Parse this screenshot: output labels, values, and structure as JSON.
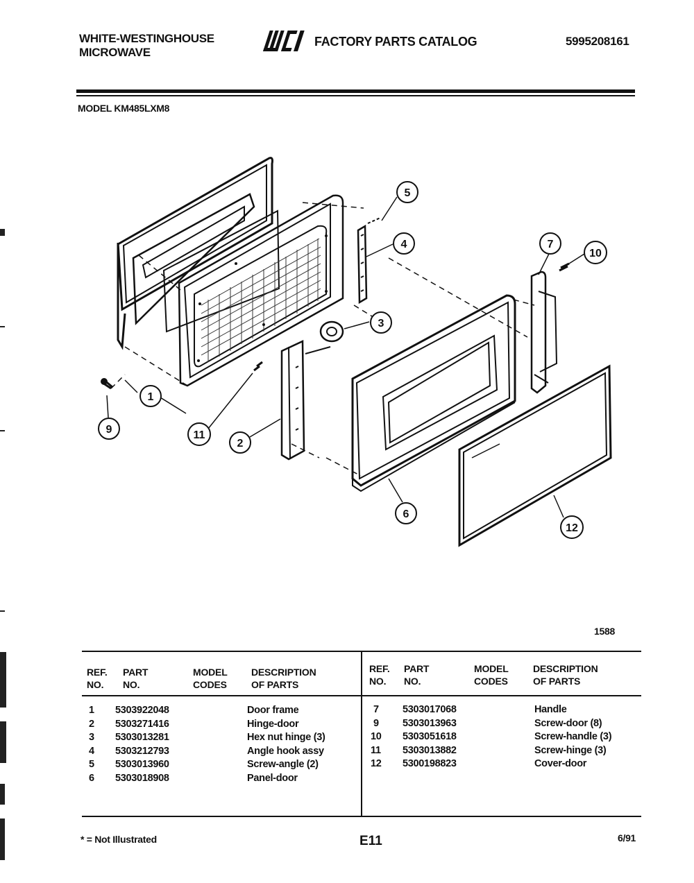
{
  "header": {
    "brand_line1": "WHITE-WESTINGHOUSE",
    "brand_line2": "MICROWAVE",
    "logo_text": "WCI",
    "catalog_title": "FACTORY PARTS CATALOG",
    "catalog_number": "5995208161",
    "model_label": "MODEL KM485LXM8"
  },
  "diagram": {
    "figure_number": "1588",
    "callouts": [
      "1",
      "2",
      "3",
      "4",
      "5",
      "6",
      "7",
      "9",
      "10",
      "11",
      "12"
    ]
  },
  "table": {
    "left_headers": {
      "ref": "REF.",
      "ref2": "NO.",
      "part": "PART",
      "part2": "NO.",
      "model": "MODEL",
      "model2": "CODES",
      "desc": "DESCRIPTION",
      "desc2": "OF PARTS"
    },
    "right_headers": {
      "ref": "REF.",
      "ref2": "NO.",
      "part": "PART",
      "part2": "NO.",
      "model": "MODEL",
      "model2": "CODES",
      "desc": "DESCRIPTION",
      "desc2": "OF PARTS"
    },
    "left_rows": [
      {
        "ref": "1",
        "part": "5303922048",
        "desc": "Door frame"
      },
      {
        "ref": "2",
        "part": "5303271416",
        "desc": "Hinge-door"
      },
      {
        "ref": "3",
        "part": "5303013281",
        "desc": "Hex nut hinge (3)"
      },
      {
        "ref": "4",
        "part": "5303212793",
        "desc": "Angle hook assy"
      },
      {
        "ref": "5",
        "part": "5303013960",
        "desc": "Screw-angle (2)"
      },
      {
        "ref": "6",
        "part": "5303018908",
        "desc": "Panel-door"
      }
    ],
    "right_rows": [
      {
        "ref": "7",
        "part": "5303017068",
        "desc": "Handle"
      },
      {
        "ref": "9",
        "part": "5303013963",
        "desc": "Screw-door (8)"
      },
      {
        "ref": "10",
        "part": "5303051618",
        "desc": "Screw-handle (3)"
      },
      {
        "ref": "11",
        "part": "5303013882",
        "desc": "Screw-hinge (3)"
      },
      {
        "ref": "12",
        "part": "5300198823",
        "desc": "Cover-door"
      }
    ]
  },
  "footer": {
    "note": "* = Not Illustrated",
    "page_code": "E11",
    "date": "6/91"
  }
}
